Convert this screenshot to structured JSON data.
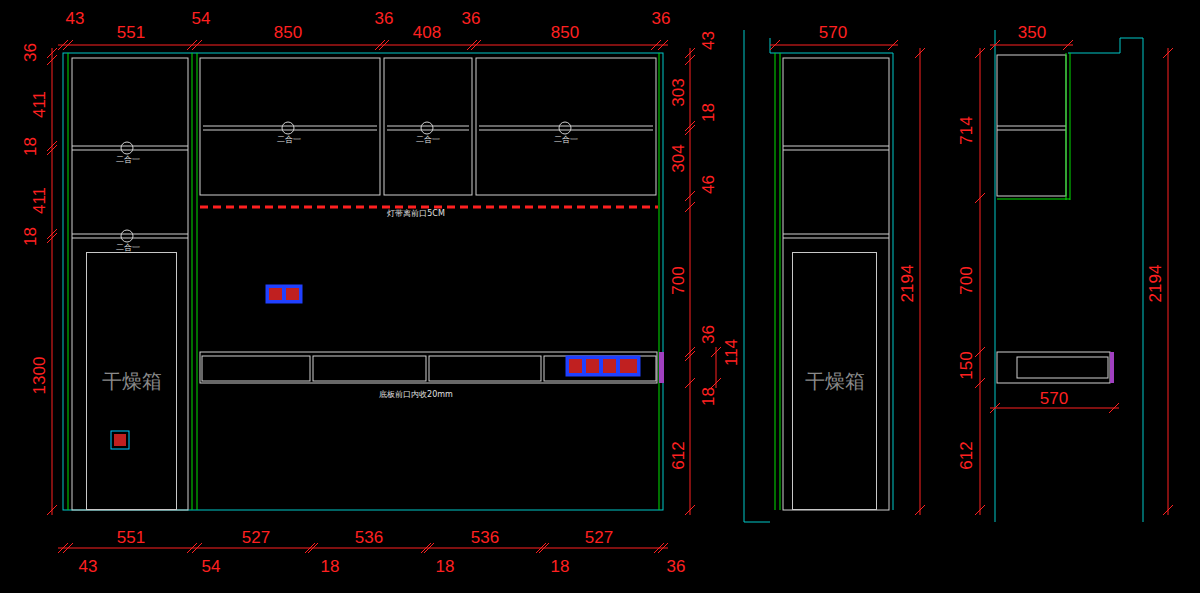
{
  "diagram": {
    "nodes": [
      {
        "text": [
          "干燥箱"
        ]
      },
      {
        "text": [
          "干燥箱"
        ]
      }
    ],
    "labels": [
      "43",
      "551",
      "54",
      "850",
      "36",
      "408",
      "36",
      "850",
      "36",
      "36",
      "411",
      "18",
      "411",
      "18",
      "1300",
      "43",
      "303",
      "18",
      "304",
      "46",
      "700",
      "36",
      "114",
      "18",
      "612",
      "551",
      "527",
      "536",
      "536",
      "527",
      "43",
      "54",
      "18",
      "18",
      "18",
      "36",
      "570",
      "2194",
      "350",
      "714",
      "700",
      "150",
      "570",
      "612",
      "2194",
      "灯带离前口5CM",
      "底板前口内收20mm",
      "二合一",
      "二合一",
      "二合一",
      "二合一",
      "二合一"
    ]
  }
}
